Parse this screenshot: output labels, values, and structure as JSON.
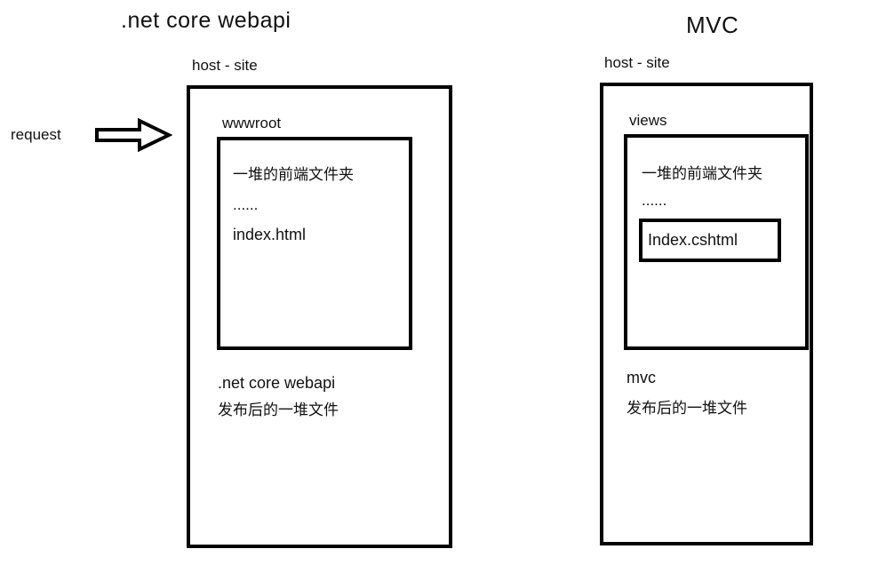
{
  "colors": {
    "ink": "#000000",
    "background": "#ffffff"
  },
  "request": {
    "label": "request",
    "arrow_icon": "block-arrow-right"
  },
  "left": {
    "title": ".net core webapi",
    "host_label": "host - site",
    "inner_label": "wwwroot",
    "inner_items": [
      "一堆的前端文件夹",
      "......",
      "index.html"
    ],
    "footer_line1": ".net core webapi",
    "footer_line2": "发布后的一堆文件"
  },
  "right": {
    "title": "MVC",
    "host_label": "host - site",
    "inner_label": "views",
    "inner_items": [
      "一堆的前端文件夹",
      "......"
    ],
    "boxed_file": "Index.cshtml",
    "footer_line1": "mvc",
    "footer_line2": "发布后的一堆文件"
  }
}
